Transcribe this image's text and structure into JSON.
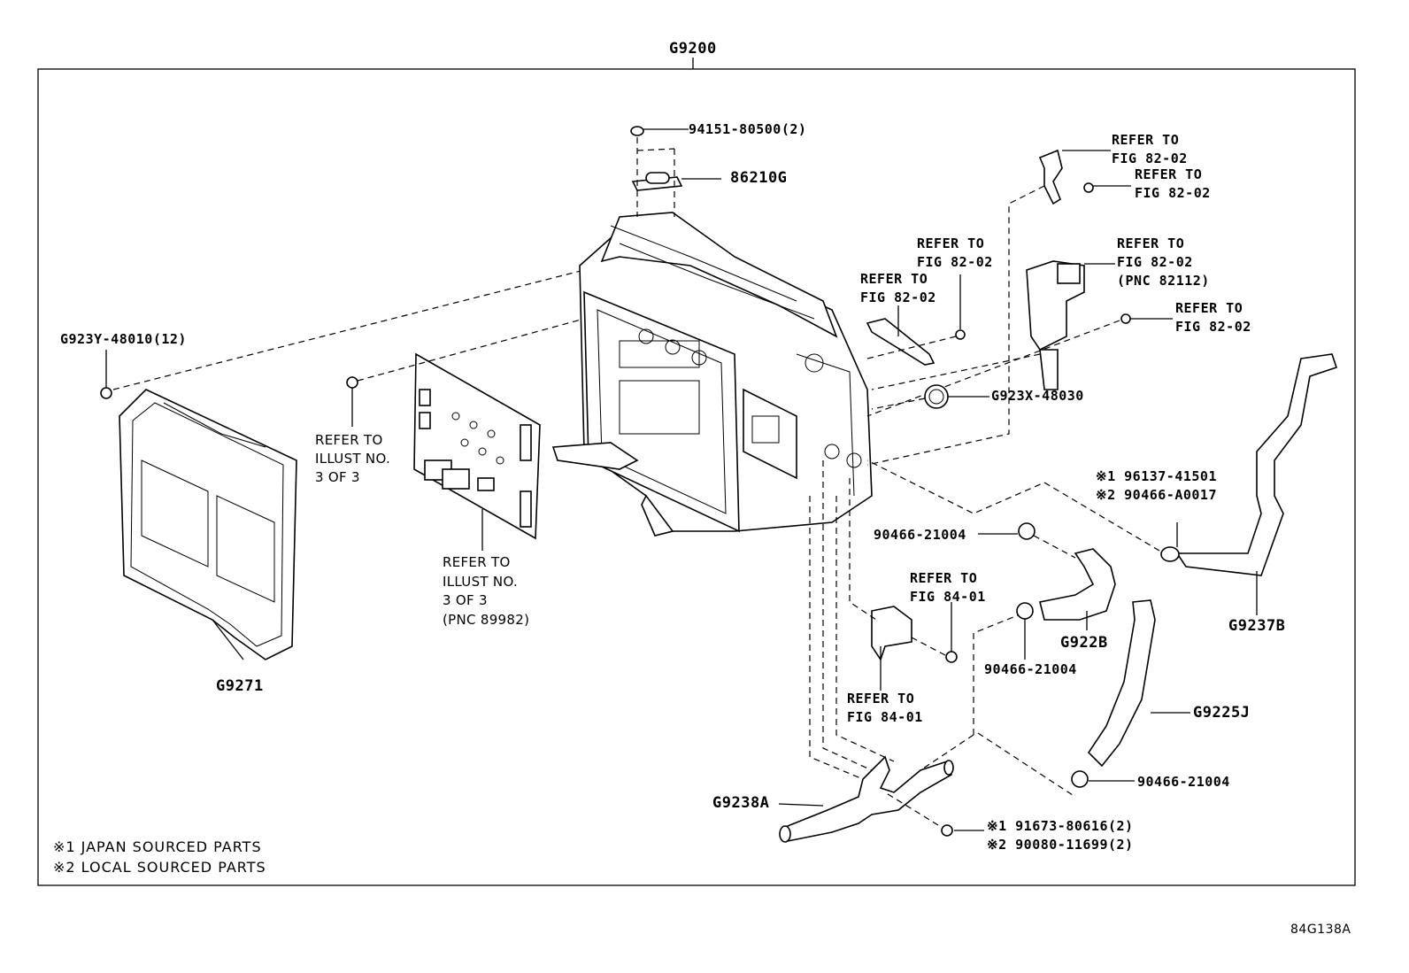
{
  "assembly_label": "G9200",
  "callouts": {
    "nut_top": "94151-80500(2)",
    "fuse_86210g": "86210G",
    "bolt_left": "G923Y-48010(12)",
    "refer_illust_left": "REFER TO\nILLUST NO.\n3 OF 3",
    "refer_illust_board": "REFER TO\nILLUST NO.\n3 OF 3\n(PNC 89982)",
    "cover_g9271": "G9271",
    "refer_82_02_a": "REFER TO\nFIG 82-02",
    "refer_82_02_b": "REFER TO\nFIG 82-02",
    "refer_82_02_c": "REFER TO\nFIG 82-02",
    "refer_82_02_d": "REFER TO\nFIG 82-02",
    "refer_82_02_pnc": "REFER TO\nFIG 82-02\n(PNC 82112)",
    "refer_82_02_f": "REFER TO\nFIG 82-02",
    "clamp_g923x": "G923X-48030",
    "clamp_note": "※1 96137-41501\n※2 90466-A0017",
    "clip_upper": "90466-21004",
    "refer_84_01_a": "REFER TO\nFIG 84-01",
    "refer_84_01_b": "REFER TO\nFIG 84-01",
    "clip_mid": "90466-21004",
    "hose_g922b": "G922B",
    "hose_g9237b": "G9237B",
    "hose_g9225j": "G9225J",
    "clip_lower": "90466-21004",
    "pipe_g9238a": "G9238A",
    "bolt_note": "※1 91673-80616(2)\n※2 90080-11699(2)"
  },
  "legend": {
    "note1": "※1 JAPAN SOURCED PARTS",
    "note2": "※2 LOCAL SOURCED PARTS"
  },
  "figure_code": "84G138A"
}
